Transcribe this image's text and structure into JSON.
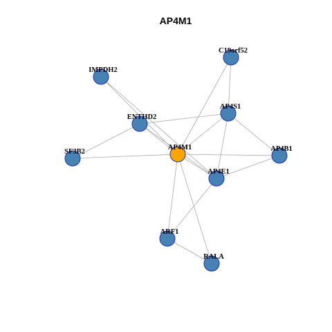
{
  "title": "AP4M1",
  "colors": {
    "hub_node": "#ffa500",
    "node": "#4682b4",
    "node_border": "#1a2fbf",
    "edge": "#a9a9a9"
  },
  "nodes": [
    {
      "id": "AP4M1",
      "label": "AP4M1",
      "hub": true
    },
    {
      "id": "C19orf52",
      "label": "C19orf52",
      "hub": false
    },
    {
      "id": "IMPDH2",
      "label": "IMPDH2",
      "hub": false
    },
    {
      "id": "AP4S1",
      "label": "AP4S1",
      "hub": false
    },
    {
      "id": "ENTHD2",
      "label": "ENTHD2",
      "hub": false
    },
    {
      "id": "SF3B2",
      "label": "SF3B2",
      "hub": false
    },
    {
      "id": "AP4B1",
      "label": "AP4B1",
      "hub": false
    },
    {
      "id": "AP4E1",
      "label": "AP4E1",
      "hub": false
    },
    {
      "id": "ARF1",
      "label": "ARF1",
      "hub": false
    },
    {
      "id": "RALA",
      "label": "RALA",
      "hub": false
    }
  ],
  "edges": [
    [
      "AP4M1",
      "C19orf52"
    ],
    [
      "AP4M1",
      "IMPDH2"
    ],
    [
      "AP4M1",
      "AP4S1"
    ],
    [
      "AP4M1",
      "ENTHD2"
    ],
    [
      "AP4M1",
      "SF3B2"
    ],
    [
      "AP4M1",
      "AP4B1"
    ],
    [
      "AP4M1",
      "AP4E1"
    ],
    [
      "AP4M1",
      "ARF1"
    ],
    [
      "AP4M1",
      "RALA"
    ],
    [
      "C19orf52",
      "AP4S1"
    ],
    [
      "IMPDH2",
      "AP4E1"
    ],
    [
      "ENTHD2",
      "AP4S1"
    ],
    [
      "ENTHD2",
      "SF3B2"
    ],
    [
      "ENTHD2",
      "AP4E1"
    ],
    [
      "AP4S1",
      "AP4B1"
    ],
    [
      "AP4S1",
      "AP4E1"
    ],
    [
      "AP4B1",
      "AP4E1"
    ],
    [
      "AP4E1",
      "ARF1"
    ],
    [
      "ARF1",
      "RALA"
    ]
  ]
}
